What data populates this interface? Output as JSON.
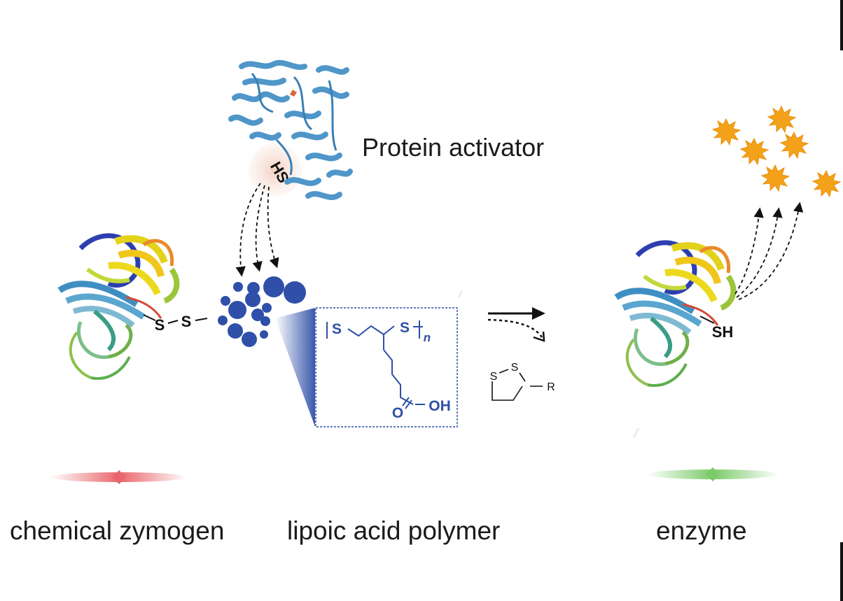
{
  "colors": {
    "protein_blue": "#4f96c9",
    "polymer_blue": "#2f4fa8",
    "star_orange": "#f3a21a",
    "red_glow": "#e8666b",
    "green_glow": "#7ccb6a",
    "text": "#1a1a1a"
  },
  "activator": {
    "label": "Protein activator",
    "thiol": "HS"
  },
  "zymogen": {
    "bond_s1": "S",
    "bond_s2": "S",
    "caption": "chemical zymogen"
  },
  "polymer": {
    "caption": "lipoic acid polymer",
    "structure": {
      "s_left": "S",
      "s_right": "S",
      "repeat_n": "n",
      "carbonyl_o": "O",
      "hydroxyl": "OH"
    }
  },
  "byproduct": {
    "ring_s1": "S",
    "ring_s2": "S",
    "substituent": "R"
  },
  "enzyme": {
    "thiol": "SH",
    "caption": "enzyme"
  },
  "icons": [
    "protein-structure-icon",
    "nanoparticle-cluster-icon",
    "star-product-icon",
    "reaction-arrow-icon"
  ]
}
